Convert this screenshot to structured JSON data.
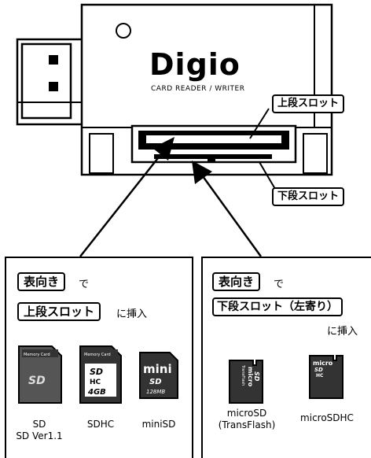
{
  "device": {
    "brand": "Digio",
    "subtitle": "CARD READER / WRITER",
    "upper_slot_label": "上段スロット",
    "lower_slot_label": "下段スロット"
  },
  "left_panel": {
    "face_up_tag": "表向き",
    "face_up_suffix": "で",
    "slot_tag": "上段スロット",
    "insert_text": "に挿入",
    "cards": [
      {
        "art": [
          "Memory Card",
          "SD"
        ],
        "label_lines": [
          "SD",
          "SD Ver1.1"
        ]
      },
      {
        "art": [
          "Memory Card",
          "SD",
          "HC",
          "4GB"
        ],
        "label_lines": [
          "SDHC"
        ]
      },
      {
        "art": [
          "mini",
          "SD",
          "128MB"
        ],
        "label_lines": [
          "miniSD"
        ]
      }
    ]
  },
  "right_panel": {
    "face_up_tag": "表向き",
    "face_up_suffix": "で",
    "slot_tag": "下段スロット（左寄り）",
    "insert_text": "に挿入",
    "cards": [
      {
        "art": [
          "micro",
          "SD",
          "TransFlash"
        ],
        "label_lines": [
          "microSD",
          "(TransFlash)"
        ]
      },
      {
        "art": [
          "micro",
          "SD",
          "HC"
        ],
        "label_lines": [
          "microSDHC"
        ]
      }
    ]
  }
}
